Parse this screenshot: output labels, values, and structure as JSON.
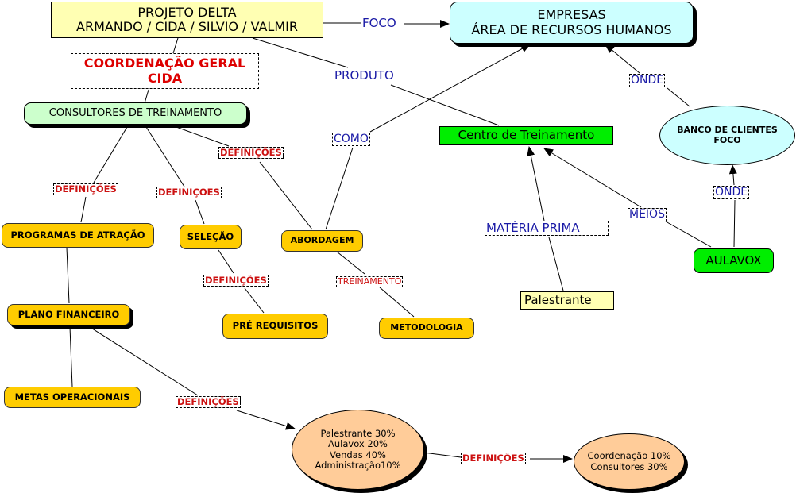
{
  "diagram": {
    "type": "concept-map",
    "nodes": {
      "projeto_delta": "PROJETO DELTA\nARMANDO / CIDA / SILVIO / VALMIR",
      "empresas": "EMPRESAS\nÁREA DE RECURSOS HUMANOS",
      "coordenacao": "COORDENAÇÃO GERAL\nCIDA",
      "consultores": "CONSULTORES DE TREINAMENTO",
      "centro": "Centro de Treinamento",
      "banco": "BANCO DE CLIENTES\nFOCO",
      "programas": "PROGRAMAS DE ATRAÇÃO",
      "selecao": "SELEÇÃO",
      "abordagem": "ABORDAGEM",
      "aulavox": "AULAVOX",
      "palestrante": "Palestrante",
      "plano": "PLANO FINANCEIRO",
      "pre_requisitos": "PRÉ REQUISITOS",
      "metodologia": "METODOLOGIA",
      "metas": "METAS OPERACIONAIS",
      "distribuicao": "Palestrante 30%\nAulavox 20%\nVendas 40%\nAdministração10%",
      "coord_consult": "Coordenação 10%\nConsultores  30%"
    },
    "labels": {
      "foco": "FOCO",
      "produto": "PRODUTO",
      "onde_top": "ONDE",
      "como": "COMO",
      "def_programas": "DEFINIÇÕES",
      "def_selecao": "DEFINIÇOES",
      "def_abordagem": "DEFINIÇÕES",
      "materia_prima": "MATÉRIA PRIMA",
      "meios": "MEIOS",
      "onde_bottom": "ONDE",
      "def_pre": "DEFINIÇÕES",
      "treinamento": "TREINAMENTO",
      "def_plano": "DEFINIÇÕES",
      "def_final": "DEFINIÇÕES"
    },
    "colors": {
      "link_text_blue": "#1a1aa6",
      "link_text_red": "#cc1111",
      "yellow_node": "#ffffb3",
      "cyan_node": "#ccffff",
      "green_node": "#ccffcc",
      "orange_node": "#ffcc00",
      "lime_node": "#00ee00",
      "peach_node": "#ffcc99"
    }
  }
}
